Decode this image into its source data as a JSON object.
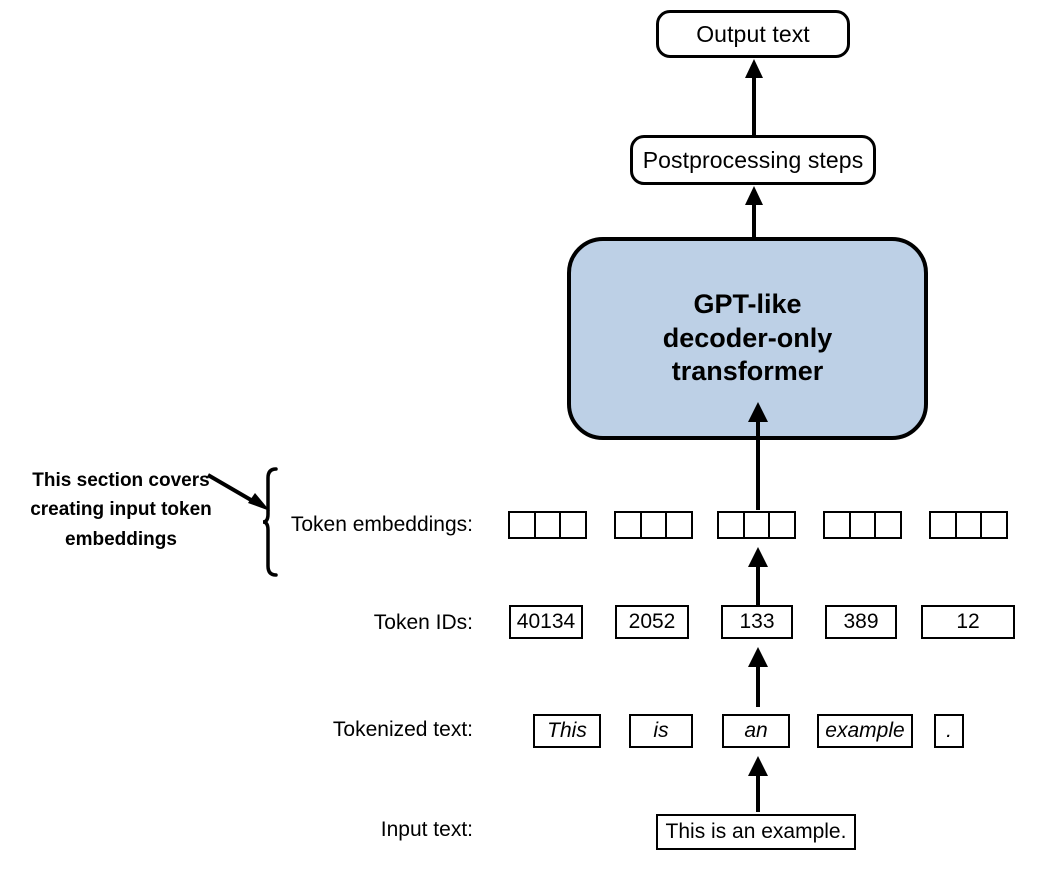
{
  "diagram": {
    "title_nodes": {
      "output_text": "Output text",
      "postprocessing": "Postprocessing steps",
      "transformer_line1": "GPT-like",
      "transformer_line2": "decoder-only",
      "transformer_line3": "transformer"
    },
    "annotation": {
      "line1": "This section covers",
      "line2": "creating input token",
      "line3": "embeddings"
    },
    "row_labels": {
      "token_embeddings": "Token embeddings:",
      "token_ids": "Token IDs:",
      "tokenized_text": "Tokenized text:",
      "input_text": "Input text:"
    },
    "token_embeddings": [
      {
        "cells": 3
      },
      {
        "cells": 3
      },
      {
        "cells": 3
      },
      {
        "cells": 3
      },
      {
        "cells": 3
      }
    ],
    "token_ids": [
      "40134",
      "2052",
      "133",
      "389",
      "12"
    ],
    "tokenized_text": [
      "This",
      "is",
      "an",
      "example",
      "."
    ],
    "input_text": "This is an example.",
    "colors": {
      "transformer_fill": "#bdd0e6",
      "stroke": "#000000",
      "background": "#ffffff"
    }
  }
}
